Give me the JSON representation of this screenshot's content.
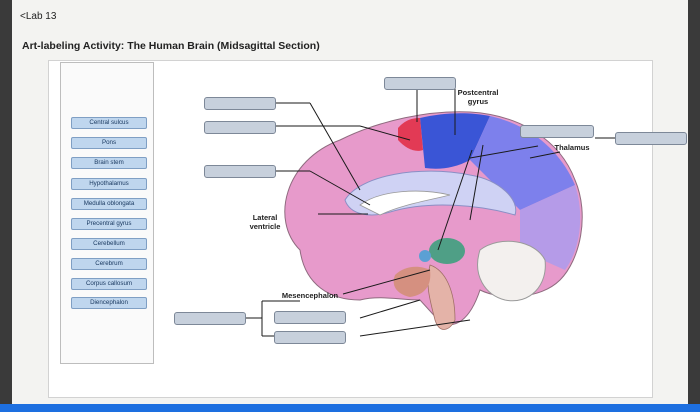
{
  "header": {
    "back_label": "<Lab 13",
    "title": "Art-labeling Activity: The Human Brain (Midsagittal Section)"
  },
  "label_bank": [
    "Central sulcus",
    "Pons",
    "Brain stem",
    "Hypothalamus",
    "Medulla oblongata",
    "Precentral gyrus",
    "Cerebellum",
    "Cerebrum",
    "Corpus callosum",
    "Diencephalon"
  ],
  "diagram_labels": {
    "postcentral": "Postcentral gyrus",
    "thalamus": "Thalamus",
    "lateral_ventricle": "Lateral ventricle",
    "mesencephalon": "Mesencephalon"
  },
  "colors": {
    "cerebrum": "#e79acb",
    "postcentral": "#3a55d6",
    "precentral": "#e23a55",
    "parietal": "#7d80ec",
    "occipital": "#b59be8",
    "corpus_callosum": "#cfd2f4",
    "thalamus": "#4f9f86",
    "cerebellum": "#f3f0ee",
    "brainstem": "#e4b3a8",
    "label_chip": "#bfd6ee",
    "drop_target": "#c7d0dc",
    "taskbar": "#1d6fe0"
  }
}
